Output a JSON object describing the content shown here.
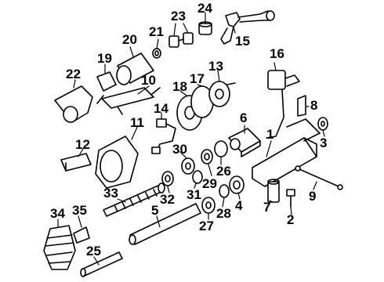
{
  "diagram": {
    "kind": "exploded parts view",
    "callouts": [
      {
        "id": "1",
        "label": "1"
      },
      {
        "id": "2",
        "label": "2"
      },
      {
        "id": "3",
        "label": "3"
      },
      {
        "id": "4",
        "label": "4"
      },
      {
        "id": "5",
        "label": "5"
      },
      {
        "id": "6",
        "label": "6"
      },
      {
        "id": "7",
        "label": "7"
      },
      {
        "id": "8",
        "label": "8"
      },
      {
        "id": "9",
        "label": "9"
      },
      {
        "id": "10",
        "label": "10"
      },
      {
        "id": "11",
        "label": "11"
      },
      {
        "id": "12",
        "label": "12"
      },
      {
        "id": "13",
        "label": "13"
      },
      {
        "id": "14",
        "label": "14"
      },
      {
        "id": "15",
        "label": "15"
      },
      {
        "id": "16",
        "label": "16"
      },
      {
        "id": "17",
        "label": "17"
      },
      {
        "id": "18",
        "label": "18"
      },
      {
        "id": "19",
        "label": "19"
      },
      {
        "id": "20",
        "label": "20"
      },
      {
        "id": "21",
        "label": "21"
      },
      {
        "id": "22",
        "label": "22"
      },
      {
        "id": "23",
        "label": "23"
      },
      {
        "id": "24",
        "label": "24"
      },
      {
        "id": "25",
        "label": "25"
      },
      {
        "id": "26",
        "label": "26"
      },
      {
        "id": "27",
        "label": "27"
      },
      {
        "id": "28",
        "label": "28"
      },
      {
        "id": "29",
        "label": "29"
      },
      {
        "id": "30",
        "label": "30"
      },
      {
        "id": "31",
        "label": "31"
      },
      {
        "id": "32",
        "label": "32"
      },
      {
        "id": "33",
        "label": "33"
      },
      {
        "id": "34",
        "label": "34"
      },
      {
        "id": "35",
        "label": "35"
      }
    ]
  }
}
